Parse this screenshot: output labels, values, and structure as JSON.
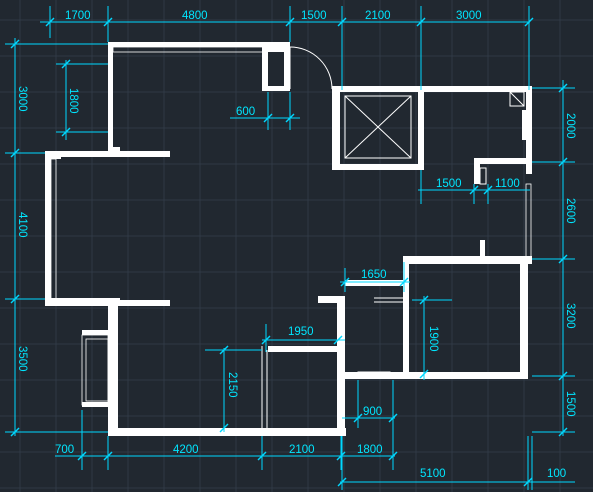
{
  "dimensions": {
    "top": [
      "1700",
      "4800",
      "1500",
      "2100",
      "3000"
    ],
    "left": [
      "3000",
      "1800",
      "4100",
      "3500"
    ],
    "right": [
      "2000",
      "2600",
      "3200",
      "1500"
    ],
    "bottom_row1": [
      "700",
      "4200",
      "2100",
      "1800"
    ],
    "bottom_row2": [
      "5100",
      "100"
    ],
    "interior": {
      "d600": "600",
      "d1500": "1500",
      "d1100": "1100",
      "d1650": "1650",
      "d1950": "1950",
      "d1900": "1900",
      "d2150": "2150",
      "d900": "900"
    }
  },
  "colors": {
    "background": "#212830",
    "grid": "#2f3945",
    "dimension": "#00d8ff",
    "wall": "#ffffff"
  }
}
